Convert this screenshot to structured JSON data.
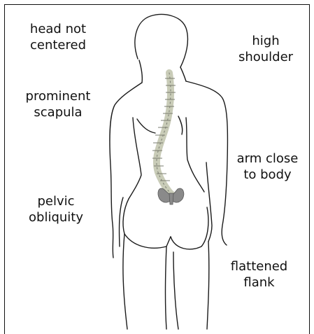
{
  "labels": {
    "head": [
      "head not",
      "centered"
    ],
    "shoulder": [
      "high",
      "shoulder"
    ],
    "scapula": [
      "prominent",
      "scapula"
    ],
    "arm": [
      "arm close",
      "to body"
    ],
    "pelvic": [
      "pelvic",
      "obliquity"
    ],
    "flank": [
      "flattened",
      "flank"
    ]
  },
  "colors": {
    "outline": "#1a1a1a",
    "spine_fill": "#c9ccb8",
    "spine_stroke": "#7a7d70",
    "pelvis": "#8a8a8a"
  }
}
